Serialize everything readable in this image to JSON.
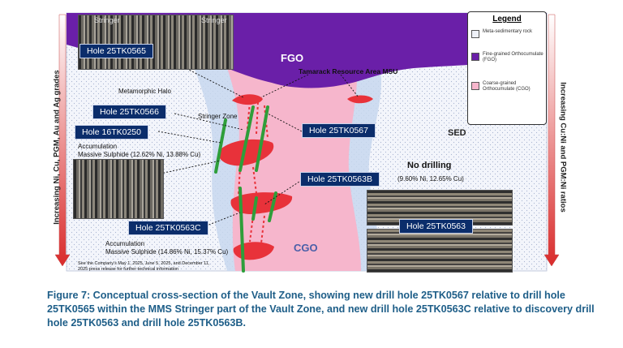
{
  "colors": {
    "fgo": "#6a1fa8",
    "cgo": "#f6b6cc",
    "sed": "#eef1f8",
    "massive_sulphide": "#e8323a",
    "drill_hole": "#2e9e3a",
    "hole_label_bg": "#0b2d6b",
    "caption": "#1e5e88"
  },
  "left_arrow_text": "Increasing Ni, Cu, PGM, Au and Ag grades",
  "right_arrow_text": "Increasing Cu:Ni and PGM:Ni ratios",
  "zones": {
    "fgo": "FGO",
    "sed": "SED",
    "cgo": "CGO"
  },
  "labels": {
    "tamarack": "Tamarack Resource Area MSU",
    "metamorphic_halo": "Metamorphic Halo",
    "stringer_zone": "Stringer Zone",
    "no_drilling": "No drilling",
    "core_stringer_1": "Stringer",
    "core_stringer_2": "Stringer"
  },
  "holes": {
    "h0565": "Hole 25TK0565",
    "h0566": "Hole 25TK0566",
    "h0250": "Hole 16TK0250",
    "h0567": "Hole 25TK0567",
    "h0563b": "Hole 25TK0563B",
    "h0563c": "Hole 25TK0563C",
    "h0563": "Hole 25TK0563"
  },
  "annotations": {
    "acc1_line1": "Accumulation",
    "acc1_line2": "Massive Sulphide (12.62% Ni, 13.88% Cu)",
    "b_grade": "(9.60% Ni, 12.65% Cu)",
    "acc2_line1": "Accumulation",
    "acc2_line2": "Massive Sulphide (14.86% Ni, 15.37% Cu)",
    "footnote_line1": "See the Company's May 1, 2025, June 5, 2025, and December 11,",
    "footnote_line2": "2025 press release for further technical information"
  },
  "legend": {
    "title": "Legend",
    "items": [
      {
        "label": "Meta-sedimentary rock",
        "color": "#eef1f8"
      },
      {
        "label": "Fine-grained Orthocumulate (FGO)",
        "color": "#6a1fa8"
      },
      {
        "label": "Coarse-grained Orthocumulate (CGO)",
        "color": "#f6b6cc"
      }
    ]
  },
  "caption": "Figure 7: Conceptual cross-section of the Vault Zone, showing new drill hole 25TK0567 relative to drill hole 25TK0565 within the MMS Stringer part of the Vault Zone, and new drill hole 25TK0563C relative to discovery drill hole 25TK0563 and drill hole 25TK0563B."
}
